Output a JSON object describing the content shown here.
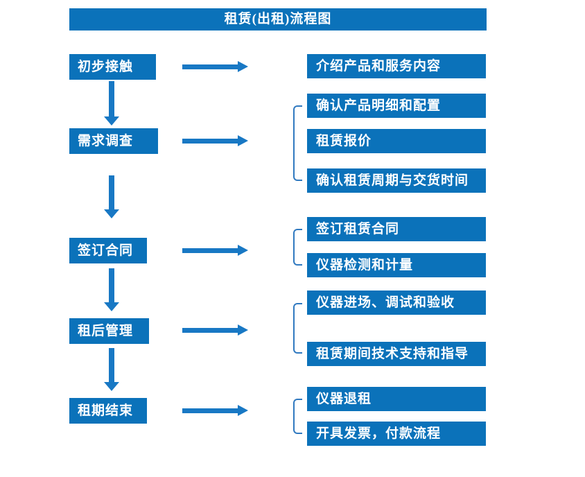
{
  "title": "租赁(出租)流程图",
  "colors": {
    "box_blue": "#0b72ba",
    "arrow_blue": "#1878c4",
    "bracket_blue": "#3079c0",
    "text_white": "#ffffff",
    "background": "#ffffff"
  },
  "steps": [
    {
      "label": "初步接触",
      "outputs": [
        "介绍产品和服务内容"
      ]
    },
    {
      "label": "需求调查",
      "outputs": [
        "确认产品明细和配置",
        "租赁报价",
        "确认租赁周期与交货时间"
      ]
    },
    {
      "label": "签订合同",
      "outputs": [
        "签订租赁合同",
        "仪器检测和计量"
      ]
    },
    {
      "label": "租后管理",
      "outputs": [
        "仪器进场、调试和验收",
        "租赁期间技术支持和指导"
      ]
    },
    {
      "label": "租期结束",
      "outputs": [
        "仪器退租",
        "开具发票，付款流程"
      ]
    }
  ]
}
